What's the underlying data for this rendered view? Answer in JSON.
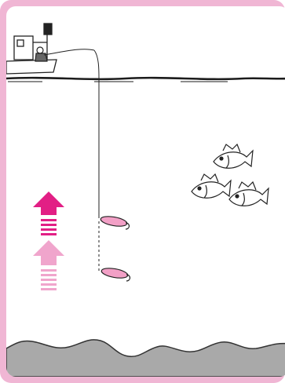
{
  "colors": {
    "frame": "#f0b6d4",
    "panel": "#ffffff",
    "seabed": "#a9a9a9",
    "lure": "#f2a0c6",
    "arrow_strong": "#e21f85",
    "arrow_light": "#f0a5cc",
    "ink": "#222222"
  },
  "scene": {
    "elements": [
      "fishing-boat",
      "angler",
      "fishing-line",
      "water-surface",
      "lure-upper",
      "lure-lower",
      "upward-arrow-strong",
      "upward-arrow-light",
      "fish-school",
      "seabed"
    ],
    "fish_count": 3,
    "lure_count": 2,
    "arrow_direction": "up"
  }
}
